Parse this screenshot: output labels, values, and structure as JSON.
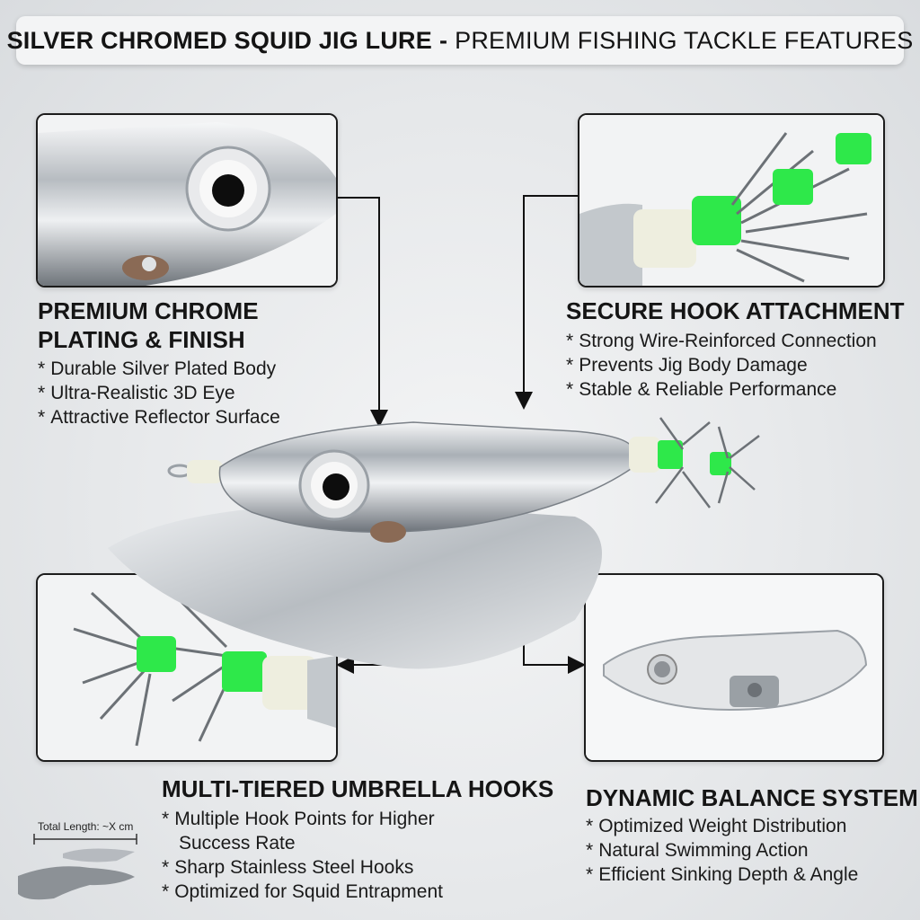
{
  "header": {
    "title_bold": "SILVER CHROMED SQUID JIG LURE",
    "separator": "-",
    "title_rest": "PREMIUM FISHING TACKLE FEATURES"
  },
  "features": {
    "chrome": {
      "heading_line1": "PREMIUM CHROME",
      "heading_line2": "PLATING & FINISH",
      "bullets": [
        "Durable Silver Plated Body",
        "Ultra-Realistic 3D Eye",
        "Attractive Reflector Surface"
      ]
    },
    "hook_attachment": {
      "heading": "SECURE HOOK ATTACHMENT",
      "bullets": [
        "Strong Wire-Reinforced Connection",
        "Prevents Jig Body Damage",
        "Stable & Reliable Performance"
      ]
    },
    "umbrella_hooks": {
      "heading": "MULTI-TIERED UMBRELLA HOOKS",
      "bullet1_line1": "Multiple Hook Points for Higher",
      "bullet1_line2": "Success Rate",
      "bullets_rest": [
        "Sharp Stainless Steel Hooks",
        "Optimized for Squid Entrapment"
      ]
    },
    "balance": {
      "heading": "DYNAMIC BALANCE SYSTEM",
      "bullets": [
        "Optimized Weight Distribution",
        "Natural Swimming Action",
        "Efficient Sinking Depth & Angle"
      ]
    }
  },
  "bullet_marker": "*",
  "size_reference": {
    "label": "Total Length: ~X cm"
  },
  "colors": {
    "hook_band": "#2ee84a",
    "chrome": "#c9ced3",
    "glow_collar": "#eef0e4"
  },
  "icons": [
    "eye-icon",
    "hook-icon",
    "weight-icon",
    "hand-icon"
  ]
}
